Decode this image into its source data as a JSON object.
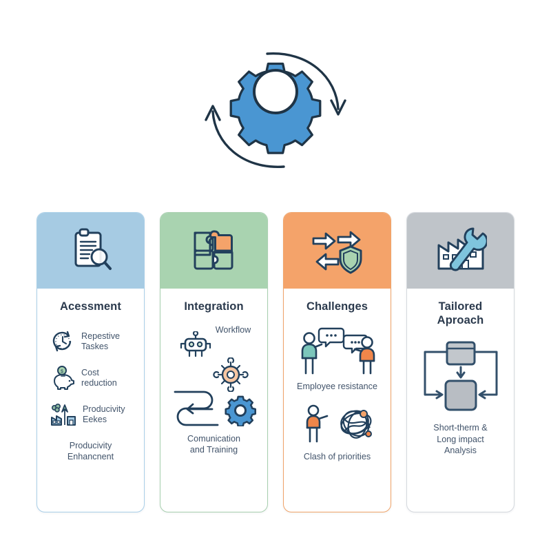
{
  "hero": {
    "icon": "gear-cycle-icon",
    "gear_color": "#4a96d2",
    "arrow_color": "#1f3446",
    "alt": "Automation cycle gear with circular arrows"
  },
  "palette": {
    "ink": "#2b3a4d",
    "body_text": "#41536a",
    "blue": "#a6cbe3",
    "green": "#a9d3b0",
    "orange": "#f4a36a",
    "grey": "#bfc4c9",
    "accent_blue": "#4a96d2",
    "accent_orange": "#f0864a",
    "accent_green": "#8cc4a0"
  },
  "cards": [
    {
      "id": "acessment",
      "theme": "blue",
      "band_icon": "clipboard-magnifier-icon",
      "title": "Acessment",
      "features": [
        {
          "icon": "clock-cycle-icon",
          "label": "Repestive\nTaskes"
        },
        {
          "icon": "piggy-bank-icon",
          "label": "Cost\nreduction"
        },
        {
          "icon": "factory-growth-icon",
          "label": "Producivity\nEekes"
        }
      ],
      "caption": "Producivity\nEnhancnent"
    },
    {
      "id": "integration",
      "theme": "green",
      "band_icon": "puzzle-piece-icon",
      "title": "Integration",
      "top_label": "Workflow",
      "graphics": [
        "robot-icon",
        "network-node-icon",
        "winding-arrow-icon",
        "gear-icon"
      ],
      "caption": "Comunication\nand Training"
    },
    {
      "id": "challenges",
      "theme": "orange",
      "band_icon": "arrows-shield-icon",
      "title": "Challenges",
      "items": [
        {
          "icon": "two-people-talking-icon",
          "label": "Employee resistance"
        },
        {
          "icon": "person-tangle-icon",
          "label": "Clash of priorities"
        }
      ]
    },
    {
      "id": "tailored-aproach",
      "theme": "grey",
      "band_icon": "factory-wrench-icon",
      "title": "Tailored\nAproach",
      "graphic": "feedback-loop-diagram",
      "caption": "Short-therm &\nLong impact\nAnalysis"
    }
  ]
}
